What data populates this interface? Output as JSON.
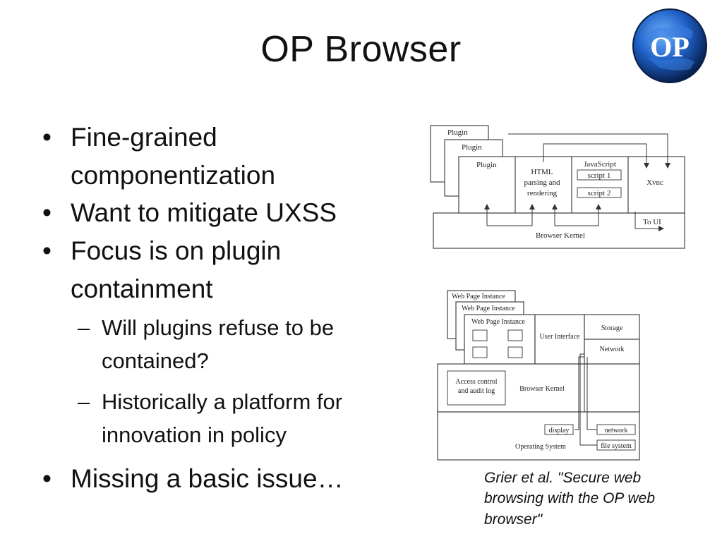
{
  "slide": {
    "title": "OP Browser",
    "logo_text": "OP",
    "bullets": [
      {
        "text": "Fine-grained componentization"
      },
      {
        "text": "Want to mitigate UXSS"
      },
      {
        "text": "Focus is on plugin containment",
        "sub": [
          "Will plugins refuse to be contained?",
          "Historically a platform for innovation in policy"
        ]
      },
      {
        "text": "Missing a basic issue…"
      }
    ],
    "caption": "Grier et al. \"Secure web browsing with the OP web browser\""
  },
  "diagram1": {
    "plugin_back": "Plugin",
    "plugin_mid": "Plugin",
    "plugin_front": "Plugin",
    "html_line1": "HTML",
    "html_line2": "parsing and",
    "html_line3": "rendering",
    "javascript": "JavaScript",
    "script1": "script 1",
    "script2": "script 2",
    "xvnc": "Xvnc",
    "to_ui": "To UI",
    "kernel": "Browser Kernel"
  },
  "diagram2": {
    "wpi_back": "Web Page Instance",
    "wpi_mid": "Web Page Instance",
    "wpi_front": "Web Page Instance",
    "ui": "User Interface",
    "storage": "Storage",
    "network": "Network",
    "access1": "Access control",
    "access2": "and audit log",
    "kernel": "Browser Kernel",
    "display": "display",
    "network_os": "network",
    "filesystem": "file system",
    "os": "Operating System"
  }
}
